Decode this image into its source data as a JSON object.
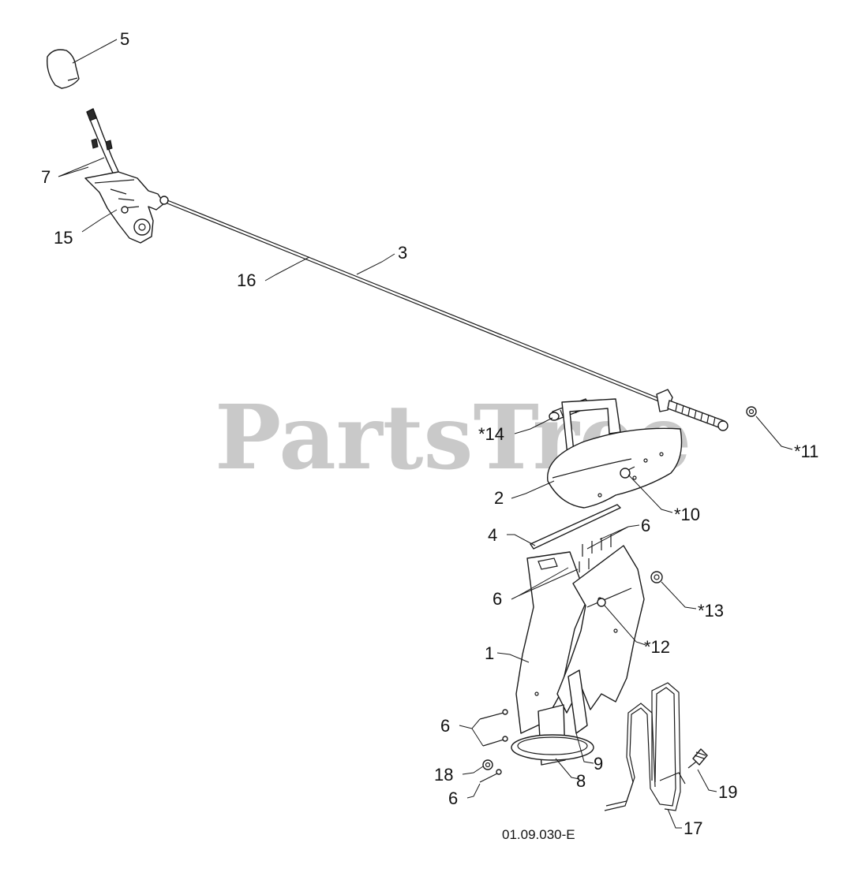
{
  "watermark": "PartsTree",
  "diagram_code": "01.09.030-E",
  "callouts": {
    "c5": "5",
    "c7": "7",
    "c15": "15",
    "c16": "16",
    "c3": "3",
    "c14": "*14",
    "c11": "*11",
    "c2": "2",
    "c10": "*10",
    "c4": "4",
    "c6a": "6",
    "c6b": "6",
    "c13": "*13",
    "c12": "*12",
    "c1": "1",
    "c6c": "6",
    "c9": "9",
    "c18": "18",
    "c8": "8",
    "c6d": "6",
    "c19": "19",
    "c17": "17"
  }
}
